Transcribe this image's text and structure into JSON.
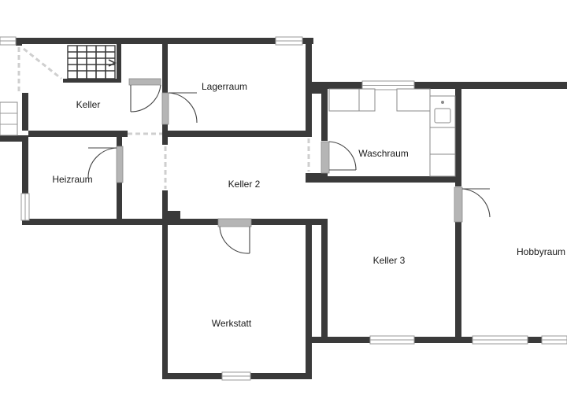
{
  "rooms": {
    "keller": "Keller",
    "lagerraum": "Lagerraum",
    "waschraum": "Waschraum",
    "heizraum": "Heizraum",
    "keller2": "Keller 2",
    "keller3": "Keller 3",
    "hobbyraum": "Hobbyraum",
    "werkstatt": "Werkstatt"
  }
}
